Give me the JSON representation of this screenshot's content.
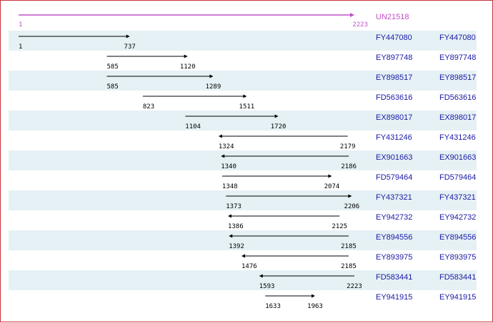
{
  "colors": {
    "frame_border": "#c8323c",
    "row_shade": "#e5f1f4",
    "reference_line": "#c050c8",
    "alignment_line": "#000000",
    "link_text": "#1a1aa6"
  },
  "reference": {
    "id": "UN21518",
    "start": 1,
    "end": 2223,
    "start_label": "1",
    "end_label": "2223"
  },
  "alignments": [
    {
      "id": "FY447080",
      "id_repeat": "FY447080",
      "start": 1,
      "end": 737,
      "start_label": "1",
      "end_label": "737",
      "direction": "forward",
      "shaded": true
    },
    {
      "id": "EY897748",
      "id_repeat": "EY897748",
      "start": 585,
      "end": 1120,
      "start_label": "585",
      "end_label": "1120",
      "direction": "forward",
      "shaded": false
    },
    {
      "id": "EY898517",
      "id_repeat": "EY898517",
      "start": 585,
      "end": 1289,
      "start_label": "585",
      "end_label": "1289",
      "direction": "forward",
      "shaded": true
    },
    {
      "id": "FD563616",
      "id_repeat": "FD563616",
      "start": 823,
      "end": 1511,
      "start_label": "823",
      "end_label": "1511",
      "direction": "forward",
      "shaded": false
    },
    {
      "id": "EX898017",
      "id_repeat": "EX898017",
      "start": 1104,
      "end": 1720,
      "start_label": "1104",
      "end_label": "1720",
      "direction": "forward",
      "shaded": true
    },
    {
      "id": "FY431246",
      "id_repeat": "FY431246",
      "start": 1324,
      "end": 2179,
      "start_label": "1324",
      "end_label": "2179",
      "direction": "reverse",
      "shaded": false
    },
    {
      "id": "EX901663",
      "id_repeat": "EX901663",
      "start": 1340,
      "end": 2186,
      "start_label": "1340",
      "end_label": "2186",
      "direction": "reverse",
      "shaded": true
    },
    {
      "id": "FD579464",
      "id_repeat": "FD579464",
      "start": 1348,
      "end": 2074,
      "start_label": "1348",
      "end_label": "2074",
      "direction": "forward",
      "shaded": false
    },
    {
      "id": "FY437321",
      "id_repeat": "FY437321",
      "start": 1373,
      "end": 2206,
      "start_label": "1373",
      "end_label": "2206",
      "direction": "forward",
      "shaded": true
    },
    {
      "id": "EY942732",
      "id_repeat": "EY942732",
      "start": 1386,
      "end": 2125,
      "start_label": "1386",
      "end_label": "2125",
      "direction": "reverse",
      "shaded": false
    },
    {
      "id": "EY894556",
      "id_repeat": "EY894556",
      "start": 1392,
      "end": 2185,
      "start_label": "1392",
      "end_label": "2185",
      "direction": "reverse",
      "shaded": true
    },
    {
      "id": "EY893975",
      "id_repeat": "EY893975",
      "start": 1476,
      "end": 2185,
      "start_label": "1476",
      "end_label": "2185",
      "direction": "reverse",
      "shaded": false
    },
    {
      "id": "FD583441",
      "id_repeat": "FD583441",
      "start": 1593,
      "end": 2223,
      "start_label": "1593",
      "end_label": "2223",
      "direction": "reverse",
      "shaded": true
    },
    {
      "id": "EY941915",
      "id_repeat": "EY941915",
      "start": 1633,
      "end": 1963,
      "start_label": "1633",
      "end_label": "1963",
      "direction": "forward",
      "shaded": false
    }
  ]
}
